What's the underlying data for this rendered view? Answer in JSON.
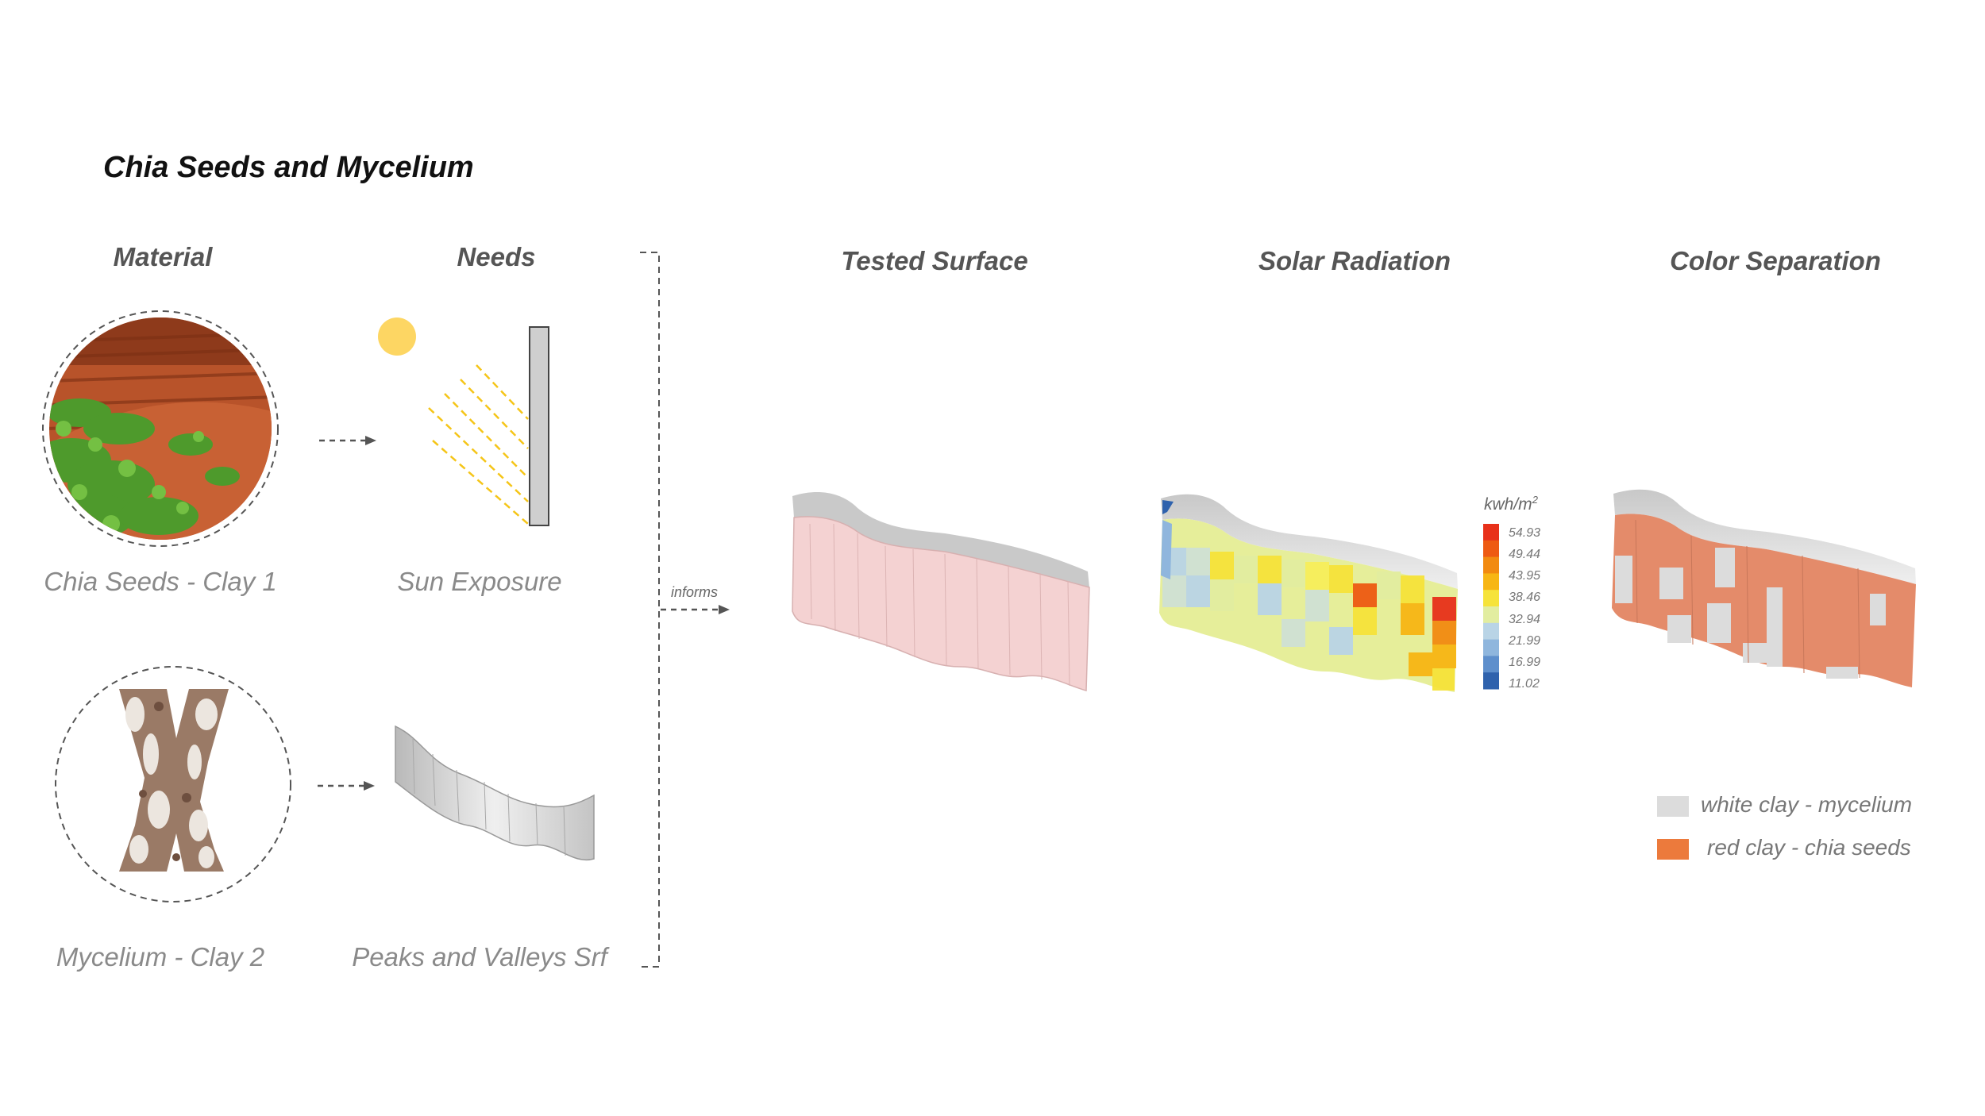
{
  "title": "Chia Seeds and Mycelium",
  "headings": {
    "material": "Material",
    "needs": "Needs",
    "tested_surface": "Tested Surface",
    "solar_radiation": "Solar Radiation",
    "color_separation": "Color Separation"
  },
  "captions": {
    "chia": "Chia Seeds - Clay 1",
    "sun": "Sun Exposure",
    "mycelium": "Mycelium - Clay 2",
    "peaks": "Peaks and Valleys Srf"
  },
  "informs_label": "informs",
  "solar_legend": {
    "unit_base": "kwh/m",
    "unit_exp": "2",
    "ticks": [
      "54.93",
      "49.44",
      "43.95",
      "38.46",
      "32.94",
      "21.99",
      "16.99",
      "11.02"
    ],
    "colors": [
      "#e8311a",
      "#ee5a12",
      "#f28a10",
      "#f7b614",
      "#f6e33a",
      "#e2eda0",
      "#b9d4e6",
      "#8fb6dd",
      "#5e8fcc",
      "#2f62ad"
    ]
  },
  "material_legend": {
    "white_label": "white clay - mycelium",
    "white_color": "#dcdcdc",
    "red_label": "red clay - chia seeds",
    "red_color": "#ec7a3c"
  },
  "colors": {
    "sun": "#fdd663",
    "sun_rays": "#f5c518",
    "wall_fill": "#cfcfcf",
    "tested_surface": "#f4d2d2",
    "arrow": "#555555"
  }
}
